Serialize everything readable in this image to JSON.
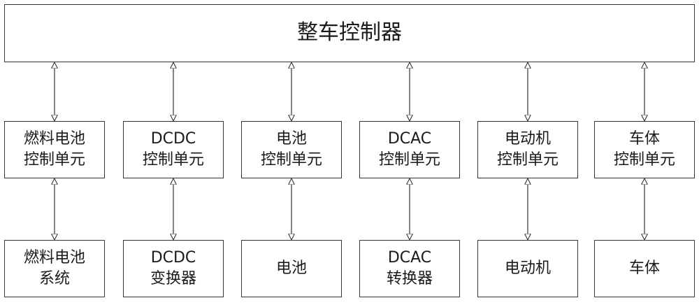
{
  "top": {
    "label": "整车控制器"
  },
  "columns": [
    {
      "controller": [
        "燃料电池",
        "控制单元"
      ],
      "device": [
        "燃料电池",
        "系统"
      ]
    },
    {
      "controller": [
        "DCDC",
        "控制单元"
      ],
      "device": [
        "DCDC",
        "变换器"
      ]
    },
    {
      "controller": [
        "电池",
        "控制单元"
      ],
      "device": [
        "电池"
      ]
    },
    {
      "controller": [
        "DCAC",
        "控制单元"
      ],
      "device": [
        "DCAC",
        "转换器"
      ]
    },
    {
      "controller": [
        "电动机",
        "控制单元"
      ],
      "device": [
        "电动机"
      ]
    },
    {
      "controller": [
        "车体",
        "控制单元"
      ],
      "device": [
        "车体"
      ]
    }
  ]
}
